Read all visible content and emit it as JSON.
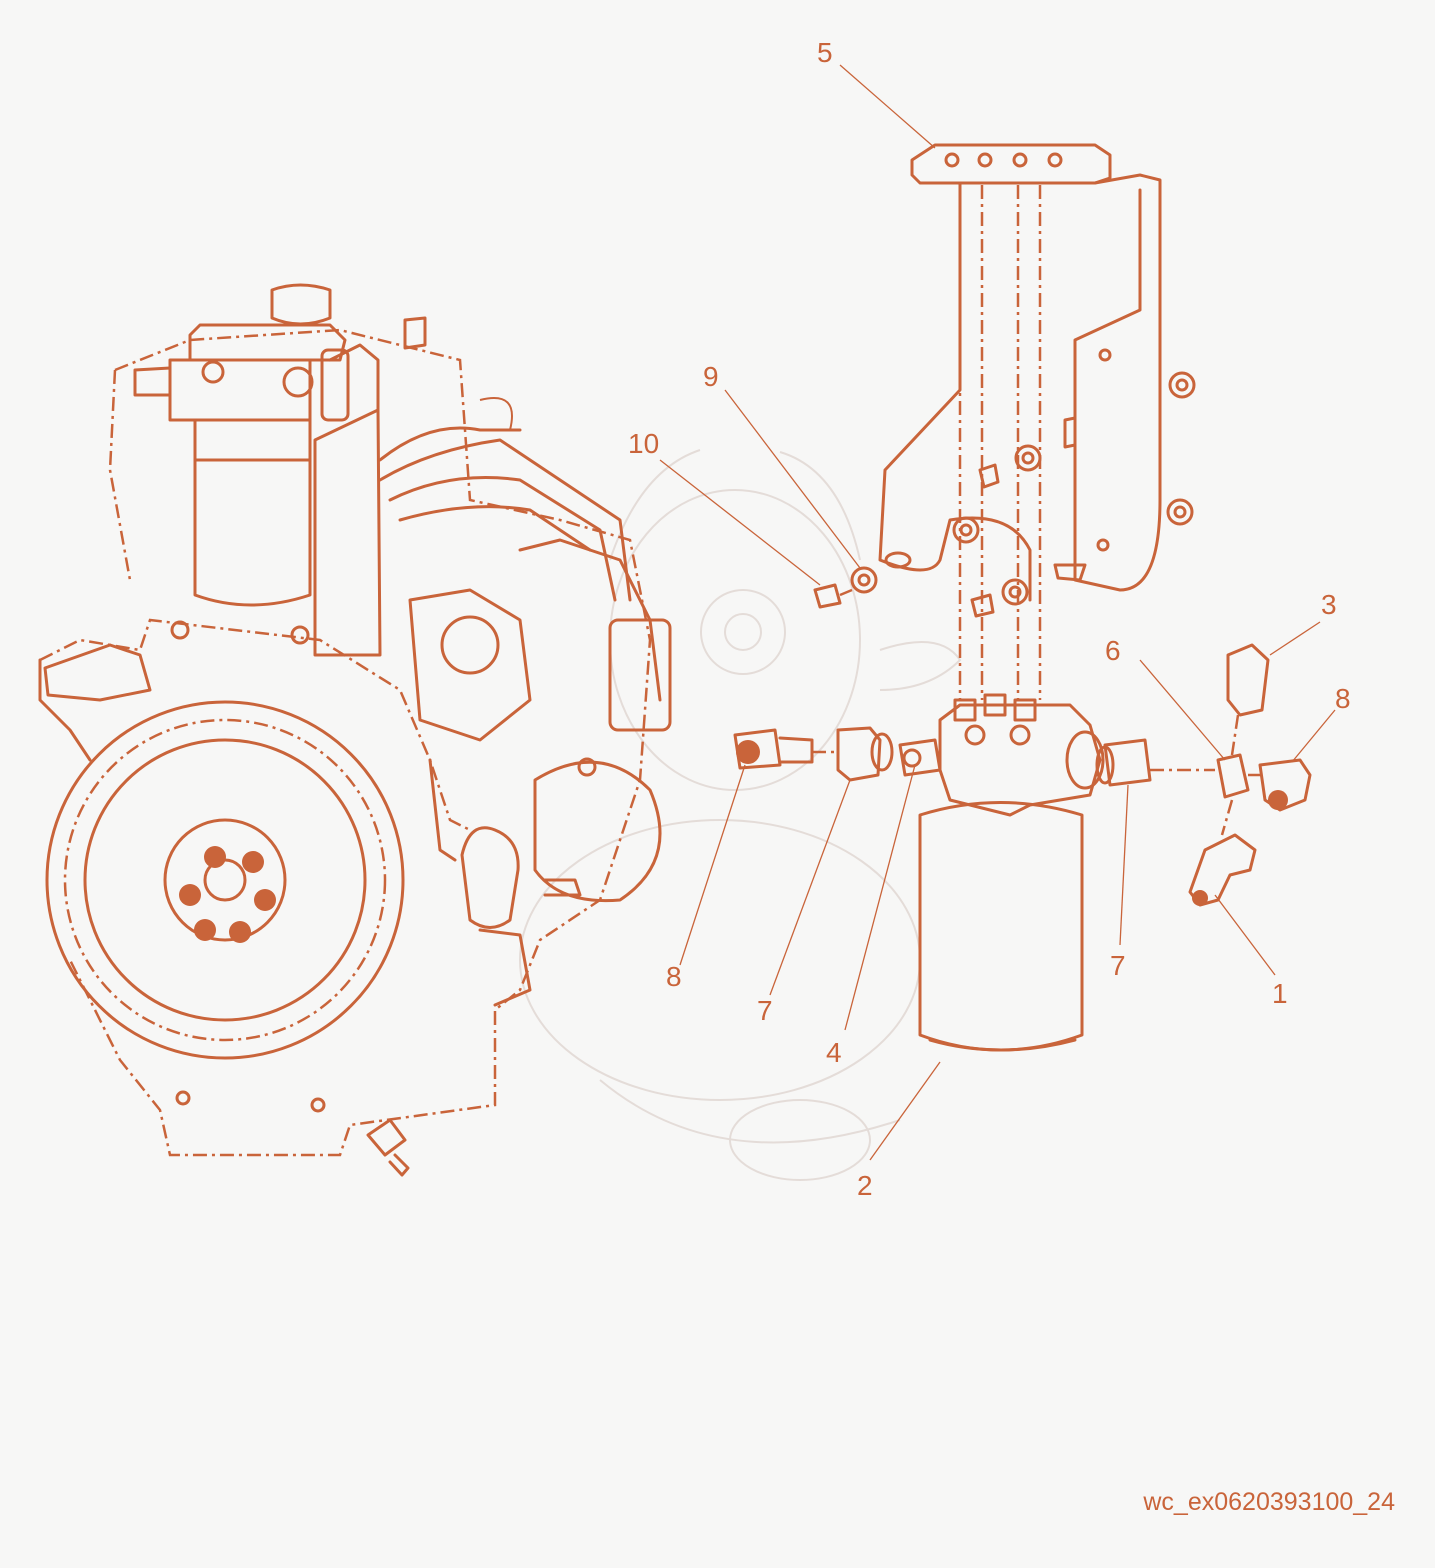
{
  "diagram": {
    "callouts": [
      {
        "id": "c1",
        "label": "1"
      },
      {
        "id": "c2",
        "label": "2"
      },
      {
        "id": "c3",
        "label": "3"
      },
      {
        "id": "c4",
        "label": "4"
      },
      {
        "id": "c5",
        "label": "5"
      },
      {
        "id": "c6",
        "label": "6"
      },
      {
        "id": "c7a",
        "label": "7"
      },
      {
        "id": "c7b",
        "label": "7"
      },
      {
        "id": "c8a",
        "label": "8"
      },
      {
        "id": "c8b",
        "label": "8"
      },
      {
        "id": "c9",
        "label": "9"
      },
      {
        "id": "c10",
        "label": "10"
      }
    ],
    "reference_code": "wc_ex0620393100_24",
    "colors": {
      "line": "#c9643a",
      "background": "#f7f7f6",
      "watermark": "#e4dcd8"
    }
  }
}
